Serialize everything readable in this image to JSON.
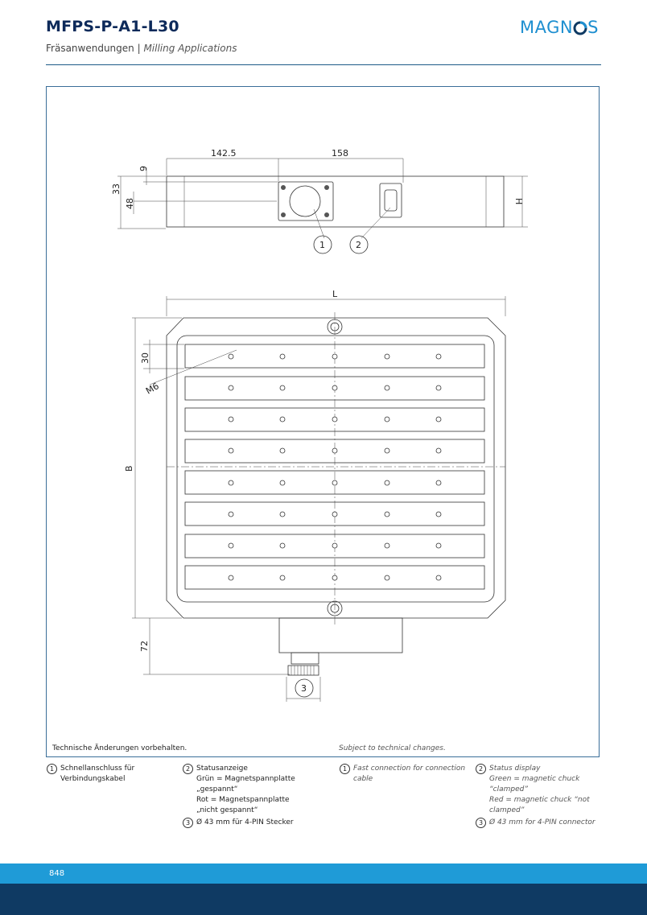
{
  "header": {
    "title": "MFPS-P-A1-L30",
    "subtitle_de": "Fräsanwendungen",
    "separator": " | ",
    "subtitle_en": "Milling Applications",
    "logo_text_a": "MAGN",
    "logo_text_b": "S"
  },
  "drawing": {
    "dims": {
      "d_142_5": "142.5",
      "d_158": "158",
      "d_9": "9",
      "d_33": "33",
      "d_48": "48",
      "d_H": "H",
      "d_L": "L",
      "d_30": "30",
      "d_M6": "M6",
      "d_B": "B",
      "d_72": "72"
    },
    "callouts": [
      "1",
      "2",
      "3"
    ]
  },
  "notes": {
    "de": "Technische Änderungen vorbehalten.",
    "en": "Subject to technical changes."
  },
  "legend_de": [
    {
      "num": "1",
      "text": "Schnellanschluss für\nVerbindungskabel"
    },
    {
      "num": "2",
      "text": "Statusanzeige\nGrün = Magnetspannplatte\n„gespannt“\nRot = Magnetspannplatte\n„nicht gespannt“"
    },
    {
      "num": "3",
      "text": "Ø 43 mm für 4-PIN Stecker"
    }
  ],
  "legend_en": [
    {
      "num": "1",
      "text": "Fast connection for connection\ncable"
    },
    {
      "num": "2",
      "text": "Status display\nGreen = magnetic chuck\n“clamped”\nRed = magnetic chuck “not\nclamped”"
    },
    {
      "num": "3",
      "text": "Ø 43 mm for 4-PIN connector"
    }
  ],
  "footer": {
    "page_number": "848"
  },
  "colors": {
    "title": "#0d2a5a",
    "logo": "#1e8fd0",
    "band_light": "#1f9bd7",
    "band_dark": "#0f3a63"
  }
}
